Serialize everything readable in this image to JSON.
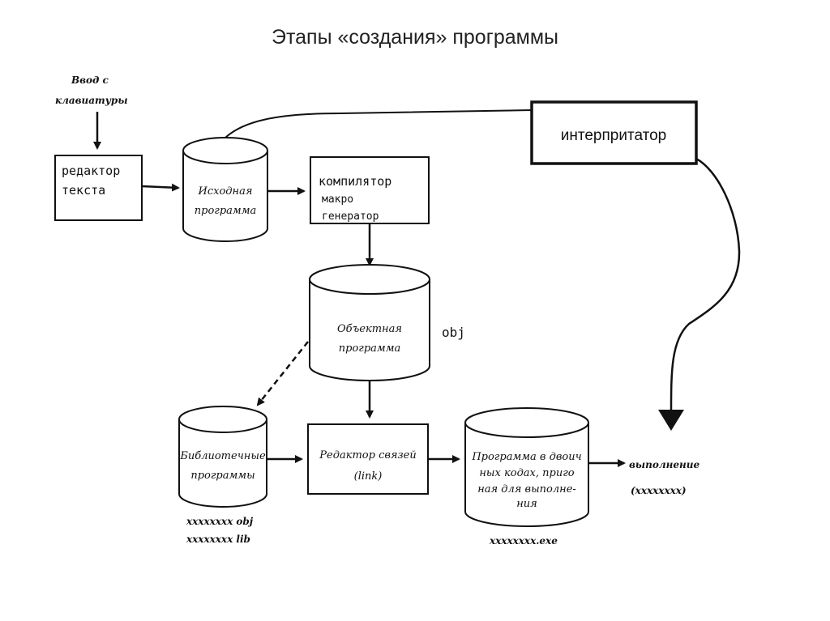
{
  "title": "Этапы «создания» программы",
  "input": {
    "line1": "Ввод с",
    "line2": "клавиатуры"
  },
  "editor": {
    "line1": "редактор",
    "line2": "текста"
  },
  "source": {
    "line1": "Исходная",
    "line2": "программа"
  },
  "compiler": {
    "line1": "компилятор",
    "line2": "макро",
    "line3": "генератор"
  },
  "interpreter": {
    "label": "интерпритатор"
  },
  "object": {
    "line1": "Объектная",
    "line2": "программа",
    "ext": "obj"
  },
  "library": {
    "line1": "Библиотечные",
    "line2": "программы",
    "file1": "xxxxxxxx obj",
    "file2": "xxxxxxxx lib"
  },
  "linker": {
    "line1": "Редактор связей",
    "line2": "(link)"
  },
  "binary": {
    "line1": "Программа в двоич",
    "line2": "ных кодах, приго",
    "line3": "ная для выполне-",
    "line4": "ния",
    "file": "xxxxxxxx.exe"
  },
  "execution": {
    "line1": "выполнение",
    "line2": "(xxxxxxxx)"
  }
}
